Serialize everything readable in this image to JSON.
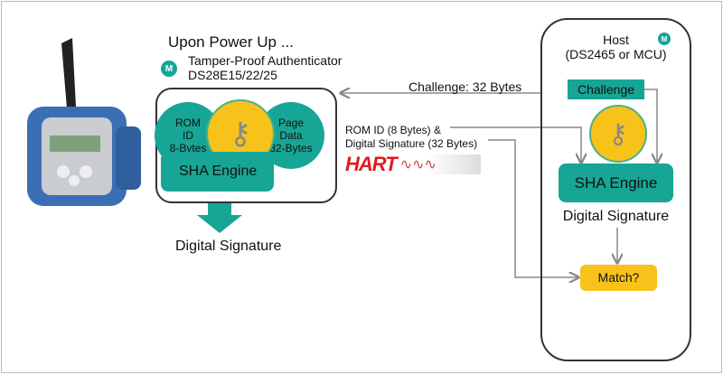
{
  "left": {
    "heading": "Upon Power Up ...",
    "auth_title": "Tamper-Proof Authenticator",
    "auth_part": "DS28E15/22/25",
    "rom_id": [
      "ROM",
      "ID",
      "8-Bytes"
    ],
    "page_data": [
      "Page",
      "Data",
      "32-Bytes"
    ],
    "sha": "SHA Engine",
    "output": "Digital Signature"
  },
  "link": {
    "challenge": "Challenge: 32 Bytes",
    "response_1": "ROM ID (8 Bytes) &",
    "response_2": "Digital Signature (32 Bytes)",
    "hart_logo": "HART"
  },
  "host": {
    "title_1": "Host",
    "title_2": "(DS2465 or MCU)",
    "challenge": "Challenge",
    "sha": "SHA Engine",
    "signature": "Digital Signature",
    "match": "Match?"
  },
  "colors": {
    "teal": "#17a595",
    "yellow": "#f7c21a"
  }
}
